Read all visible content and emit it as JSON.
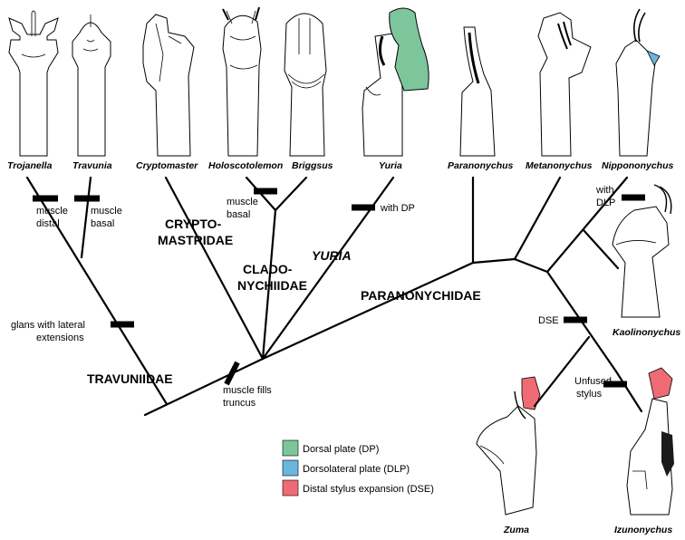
{
  "taxa": {
    "trojanella": "Trojanella",
    "travunia": "Travunia",
    "cryptomaster": "Cryptomaster",
    "holoscotolemon": "Holoscotolemon",
    "briggsus": "Briggsus",
    "yuria": "Yuria",
    "paranonychus": "Paranonychus",
    "metanonychus": "Metanonychus",
    "nippononychus": "Nippononychus",
    "kaolinonychus": "Kaolinonychus",
    "zuma": "Zuma",
    "izunonychus": "Izunonychus"
  },
  "clades": {
    "travuniidae": "TRAVUNIIDAE",
    "cryptomastridae_1": "CRYPTO-",
    "cryptomastridae_2": "MASTRIDAE",
    "cladonychiidae_1": "CLADO-",
    "cladonychiidae_2": "NYCHIIDAE",
    "yuria": "YURIA",
    "paranonychidae": "PARANONYCHIDAE"
  },
  "characters": {
    "muscle_distal_1": "muscle",
    "muscle_distal_2": "distal",
    "muscle_basal_a_1": "muscle",
    "muscle_basal_a_2": "basal",
    "muscle_basal_b_1": "muscle",
    "muscle_basal_b_2": "basal",
    "with_dp": "with DP",
    "with_dlp_1": "with",
    "with_dlp_2": "DLP",
    "glans_1": "glans with lateral",
    "glans_2": "extensions",
    "muscle_fills_1": "muscle fills",
    "muscle_fills_2": "truncus",
    "dse": "DSE",
    "unfused_1": "Unfused",
    "unfused_2": "stylus"
  },
  "legend": [
    {
      "label": "Dorsal plate (DP)",
      "color": "#7dc69c"
    },
    {
      "label": "Dorsolateral plate (DLP)",
      "color": "#6bb6df"
    },
    {
      "label": "Distal stylus expansion (DSE)",
      "color": "#ef6b73"
    }
  ]
}
